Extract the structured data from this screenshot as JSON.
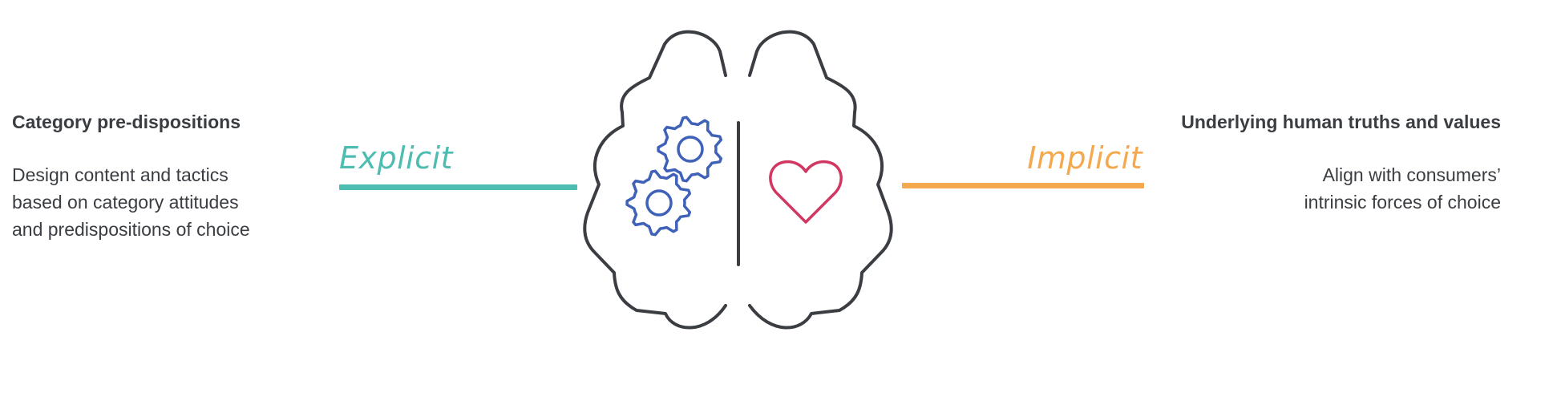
{
  "left": {
    "heading": "Category pre-dispositions",
    "body_lines": [
      "Design content and tactics",
      "based on category attitudes",
      "and predispositions of choice"
    ],
    "label": "Explicit"
  },
  "right": {
    "heading": "Underlying human truths and values",
    "body_lines": [
      "Align with consumers’",
      "intrinsic forces of choice"
    ],
    "label": "Implicit"
  },
  "colors": {
    "explicit": "#4dbdb2",
    "implicit": "#f5a94e",
    "brain_outline": "#3a3d42",
    "gears": "#3f62b8",
    "heart": "#d13760"
  },
  "icons": {
    "brain": "brain-outline-icon",
    "gears": "gears-icon",
    "heart": "heart-icon"
  }
}
